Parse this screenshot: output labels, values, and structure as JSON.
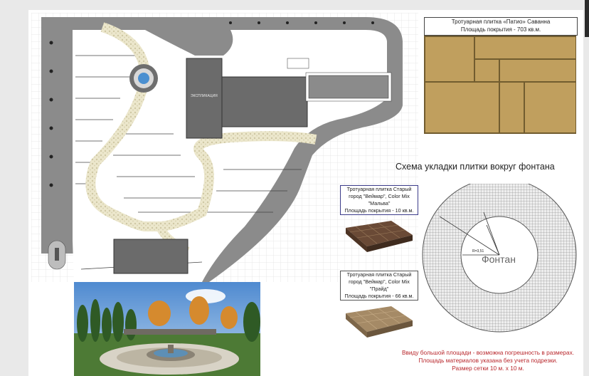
{
  "patio_panel": {
    "line1": "Тротуарная плитка «Патио» Саванна",
    "line2": "Площадь покрытия - 703 кв.м."
  },
  "scheme": {
    "title": "Схема укладки плитки вокруг фонтана",
    "center_label": "Фонтан"
  },
  "tile_malva": {
    "line1": "Тротуарная плитка Старый",
    "line2": "город \"Веймар\", Color Mix",
    "line3": "\"Мальва\"",
    "line4": "Площадь покрытия - 10 кв.м."
  },
  "tile_praid": {
    "line1": "Тротуарная плитка Старый",
    "line2": "город \"Веймар\", Color Mix",
    "line3": "\"Прайд\"",
    "line4": "Площадь покрытия - 66 кв.м."
  },
  "note": {
    "line1": "Ввиду большой площади - возможна погрешность в размерах.",
    "line2": "Площадь материалов указана без учета подрезки.",
    "line3": "Размер сетки 10 м. х 10 м."
  },
  "plan": {
    "building_label": "ЭКСПЛИКАЦИЯ"
  },
  "colors": {
    "paving_gray": "#8b8b8b",
    "path_cream": "#e8e3c8",
    "tile_savanna": "#c8a766",
    "note_red": "#b8262b",
    "box_border_blue": "#3b3b8a"
  }
}
